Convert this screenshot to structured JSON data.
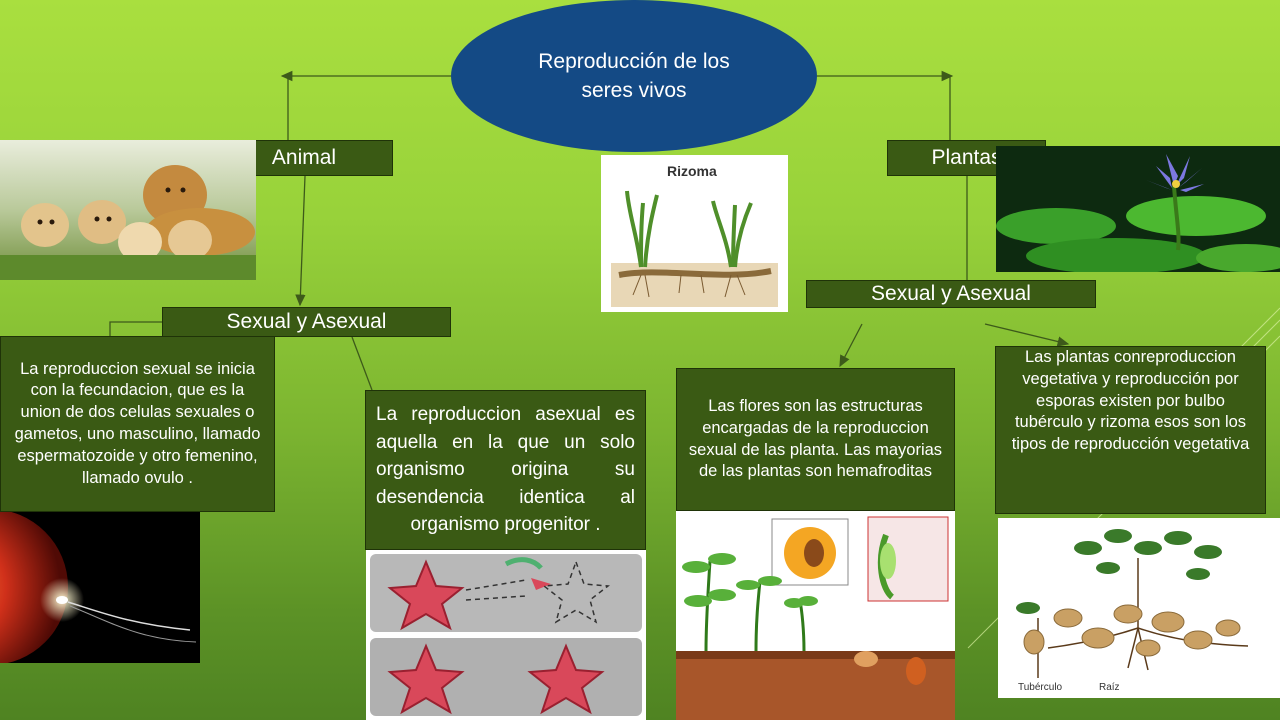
{
  "title": "Reproducción de los seres vivos",
  "branches": {
    "animal": {
      "label": "Animal",
      "type_label": "Sexual y Asexual",
      "sexual_text": "La reproduccion sexual se inicia con la fecundacion, que es la union de dos celulas sexuales o gametos, uno masculino, llamado espermatozoide y otro femenino, llamado ovulo .",
      "asexual_text": "La reproduccion asexual es aquella en la que un solo organismo origina su desendencia identica al organismo progenitor ."
    },
    "plantas": {
      "label": "Plantas",
      "type_label": "Sexual y Asexual",
      "sexual_text": "Las flores son las estructuras encargadas de la reproduccion sexual de las planta. Las mayorias de las plantas son hemafroditas",
      "asexual_text": "Las plantas conreproduccion vegetativa y reproducción por esporas existen por bulbo tubérculo y rizoma esos son los tipos de reproducción vegetativa"
    }
  },
  "images": {
    "rizoma_label": "Rizoma",
    "tuber_label": "Tubérculo",
    "root_label": "Raíz"
  },
  "colors": {
    "title_fill": "#144a85",
    "box_fill": "#3a5a14",
    "line": "#3d5a1a"
  }
}
